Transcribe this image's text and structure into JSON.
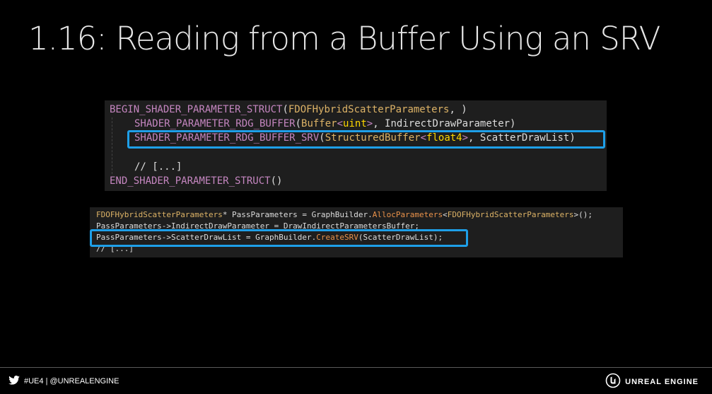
{
  "title": "1.16: Reading from a Buffer Using an SRV",
  "code_block_1": {
    "line1": {
      "macro": "BEGIN_SHADER_PARAMETER_STRUCT",
      "open": "(",
      "type": "FDOFHybridScatterParameters",
      "rest": ", )"
    },
    "line2": {
      "macro": "SHADER_PARAMETER_RDG_BUFFER",
      "open": "(",
      "type": "Buffer",
      "lt": "<",
      "inner": "uint",
      "gt": ">",
      "rest": ", IndirectDrawParameter)"
    },
    "line3": {
      "macro": "SHADER_PARAMETER_RDG_BUFFER_SRV",
      "open": "(",
      "type": "StructuredBuffer",
      "lt": "<",
      "inner": "float4",
      "gt": ">",
      "rest": ", ScatterDrawList)"
    },
    "line4": "// [...]",
    "line5": {
      "macro": "END_SHADER_PARAMETER_STRUCT",
      "rest": "()"
    }
  },
  "code_block_2": {
    "line1": {
      "type": "FDOFHybridScatterParameters",
      "mid": "* PassParameters = GraphBuilder.",
      "fn": "AllocParameters",
      "lt": "<",
      "type2": "FDOFHybridScatterParameters",
      "end": ">();"
    },
    "line2": "PassParameters->IndirectDrawParameter = DrawIndirectParametersBuffer;",
    "line3": {
      "pre": "PassParameters->ScatterDrawList = GraphBuilder.",
      "fn": "CreateSRV",
      "post": "(ScatterDrawList);"
    },
    "line4": "// [...]"
  },
  "footer": {
    "left_text": "#UE4 | @UNREALENGINE",
    "right_text": "UNREAL ENGINE",
    "twitter_icon": "twitter-bird-icon",
    "logo_icon": "unreal-engine-logo-icon"
  },
  "colors": {
    "background": "#000000",
    "code_background": "#1e1e1e",
    "highlight_border": "#1e9fe8",
    "macro": "#c586c0",
    "type": "#dcb266",
    "comment": "#57a64a",
    "function": "#e8914a"
  }
}
